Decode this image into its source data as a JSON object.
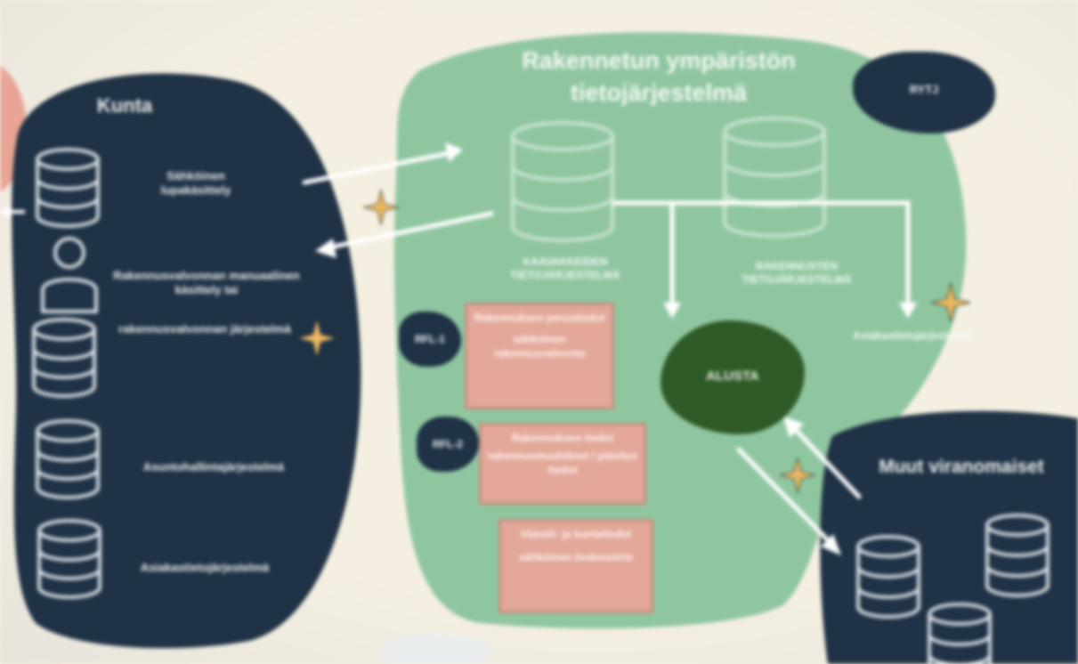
{
  "colors": {
    "background": "#f3eee0",
    "navy": "#1f3246",
    "green_area": "#8fc6a0",
    "dark_green": "#2f5a28",
    "salmon": "#e3a89a",
    "star": "#f0b860"
  },
  "left_panel": {
    "title": "Kunta",
    "item1": "Sähköinen lupakäsittely",
    "item2": "Rakennusvalvonnan manuaalinen käsittely tai",
    "item3": "rakennusvalvonnan järjestelmä",
    "item4": "Asuntohallintajärjestelmä",
    "item5": "Asiakastietojärjestelmä"
  },
  "center": {
    "title_line1": "Rakennetun ympäristön",
    "title_line2": "tietojärjestelmä",
    "db1_label": "KAAVAKKEIDEN TIETOJÄRJESTELMÄ",
    "db2_label": "RAKENNUSTEN TIETOJÄRJESTELMÄ",
    "side_label": "Asiakastietojärjestelmä",
    "hub_label": "ALUSTA"
  },
  "badges": {
    "top_right": "RYTJ",
    "badge1": "RFL-1",
    "badge2": "RFL-2"
  },
  "boxes": [
    {
      "title": "Rakennuksen perustiedot",
      "subtitle": "sähköinen rakennusvalvonta"
    },
    {
      "title": "Rakennuksen tiedot",
      "subtitle": "rakennusmuutokset / päivitys tiedot"
    },
    {
      "title": "Väestö- ja kuntatiedot",
      "subtitle": "sähköinen tiedonsiirto"
    }
  ],
  "right_panel": {
    "title": "Muut viranomaiset"
  }
}
